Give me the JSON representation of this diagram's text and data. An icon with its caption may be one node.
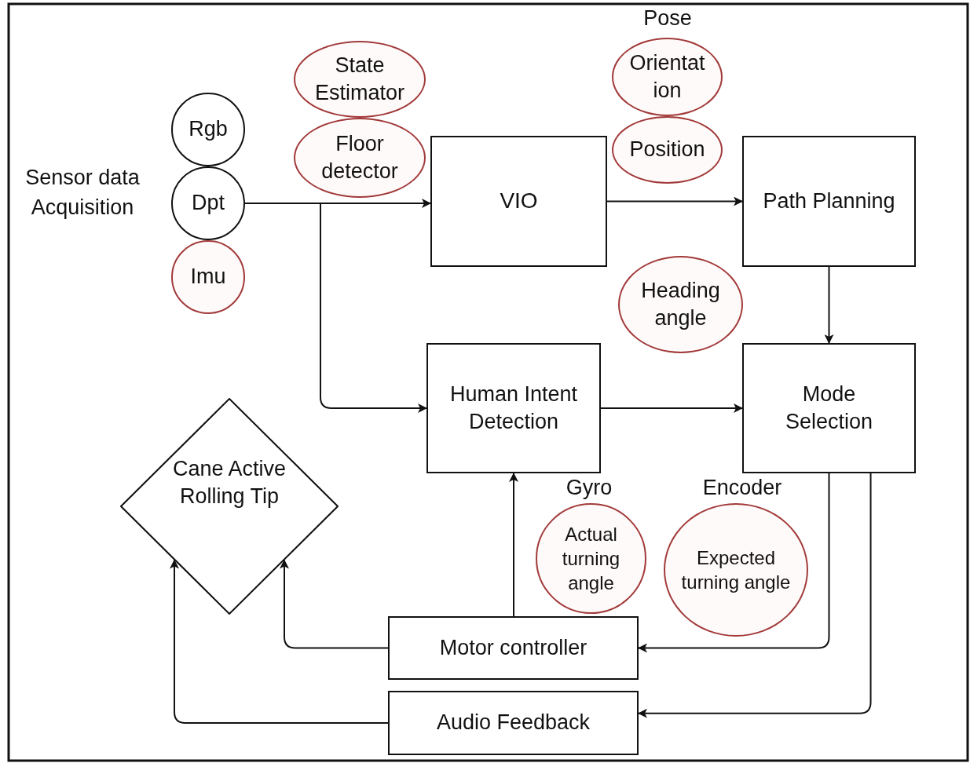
{
  "diagram": {
    "nodes": [
      {
        "text": [
          "Rgb"
        ]
      },
      {
        "text": [
          "Dpt"
        ]
      },
      {
        "text": [
          "Imu"
        ]
      },
      {
        "text": [
          "State Estimator"
        ]
      },
      {
        "text": [
          "Floor detector"
        ]
      },
      {
        "text": [
          "VIO"
        ]
      },
      {
        "text": [
          "Orientation"
        ],
        "beside": [
          "Pose"
        ]
      },
      {
        "text": [
          "Position"
        ]
      },
      {
        "text": [
          "Path Planning"
        ]
      },
      {
        "text": [
          "Heading angle"
        ]
      },
      {
        "text": [
          "Human Intent Detection"
        ]
      },
      {
        "text": [
          "Mode Selection"
        ]
      },
      {
        "text": [
          "Cane Active Rolling Tip"
        ]
      },
      {
        "text": [
          "Actual turning angle"
        ],
        "beside": [
          "Gyro"
        ]
      },
      {
        "text": [
          "Expected turning angle"
        ],
        "beside": [
          "Encoder"
        ]
      },
      {
        "text": [
          "Motor controller"
        ]
      },
      {
        "text": [
          "Audio Feedback"
        ]
      }
    ],
    "edges": [
      {
        "from": 1,
        "to": 5,
        "arrow": "to"
      },
      {
        "from": 1,
        "to": 10,
        "arrow": "to"
      },
      {
        "from": 5,
        "to": 8,
        "arrow": "to"
      },
      {
        "from": 8,
        "to": 11,
        "arrow": "to"
      },
      {
        "from": 10,
        "to": 11,
        "arrow": "to"
      },
      {
        "from": 11,
        "to": 15,
        "arrow": "to"
      },
      {
        "from": 11,
        "to": 16,
        "arrow": "to"
      },
      {
        "from": 15,
        "to": 10,
        "arrow": "to"
      },
      {
        "from": 15,
        "to": 12,
        "arrow": "to"
      },
      {
        "from": 16,
        "to": 12,
        "arrow": "to"
      }
    ],
    "labels": [
      "Sensor data Acquisition"
    ]
  }
}
